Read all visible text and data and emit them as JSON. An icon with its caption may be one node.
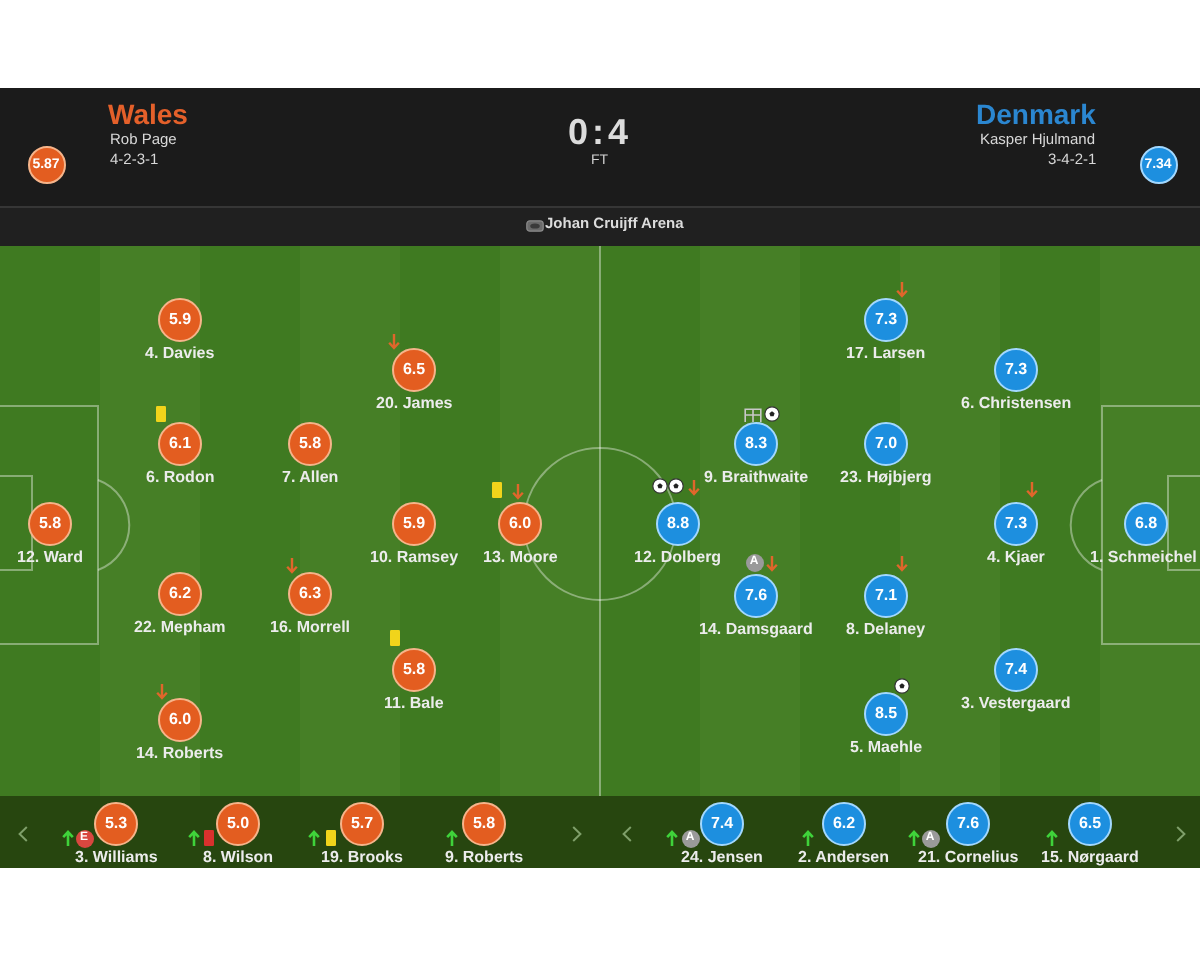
{
  "diagram": {
    "nodes": [
      {
        "text": [
          "5.87"
        ]
      },
      {
        "text": [
          "7.34"
        ]
      },
      {
        "text": [
          "5.9"
        ],
        "beside": [
          "4. Davies"
        ]
      },
      {
        "text": [
          "6.5"
        ],
        "beside": [
          "20. James"
        ]
      },
      {
        "text": [
          "6.1"
        ],
        "beside": [
          "6. Rodon"
        ]
      },
      {
        "text": [
          "5.8"
        ],
        "beside": [
          "7. Allen"
        ]
      },
      {
        "text": [
          "5.8"
        ],
        "beside": [
          "12. Ward"
        ]
      },
      {
        "text": [
          "5.9"
        ],
        "beside": [
          "10. Ramsey"
        ]
      },
      {
        "text": [
          "6.0"
        ],
        "beside": [
          "13. Moore"
        ]
      },
      {
        "text": [
          "6.2"
        ],
        "beside": [
          "22. Mepham"
        ]
      },
      {
        "text": [
          "6.3"
        ],
        "beside": [
          "16. Morrell"
        ]
      },
      {
        "text": [
          "5.8"
        ],
        "beside": [
          "11. Bale"
        ]
      },
      {
        "text": [
          "6.0"
        ],
        "beside": [
          "14. Roberts"
        ]
      },
      {
        "text": [
          "7.3"
        ],
        "beside": [
          "17. Larsen"
        ]
      },
      {
        "text": [
          "7.3"
        ],
        "beside": [
          "6. Christensen"
        ]
      },
      {
        "text": [
          "8.3"
        ],
        "beside": [
          "9. Braithwaite"
        ]
      },
      {
        "text": [
          "7.0"
        ],
        "beside": [
          "23. Højbjerg"
        ]
      },
      {
        "text": [
          "8.8"
        ],
        "beside": [
          "12. Dolberg"
        ]
      },
      {
        "text": [
          "7.3"
        ],
        "beside": [
          "4. Kjaer"
        ]
      },
      {
        "text": [
          "6.8"
        ],
        "beside": [
          "1. Schmeichel"
        ]
      },
      {
        "text": [
          "7.6"
        ],
        "beside": [
          "14. Damsgaard",
          "A"
        ]
      },
      {
        "text": [
          "7.1"
        ],
        "beside": [
          "8. Delaney"
        ]
      },
      {
        "text": [
          "7.4"
        ],
        "beside": [
          "3. Vestergaard"
        ]
      },
      {
        "text": [
          "8.5"
        ],
        "beside": [
          "5. Maehle"
        ]
      },
      {
        "text": [
          "5.3"
        ],
        "beside": [
          "3. Williams",
          "E"
        ]
      },
      {
        "text": [
          "5.0"
        ],
        "beside": [
          "8. Wilson"
        ]
      },
      {
        "text": [
          "5.7"
        ],
        "beside": [
          "19. Brooks"
        ]
      },
      {
        "text": [
          "5.8"
        ],
        "beside": [
          "9. Roberts"
        ]
      },
      {
        "text": [
          "7.4"
        ],
        "beside": [
          "24. Jensen",
          "A"
        ]
      },
      {
        "text": [
          "6.2"
        ],
        "beside": [
          "2. Andersen"
        ]
      },
      {
        "text": [
          "7.6"
        ],
        "beside": [
          "21. Cornelius",
          "A"
        ]
      },
      {
        "text": [
          "6.5"
        ],
        "beside": [
          "15. Nørgaard"
        ]
      }
    ],
    "labels": [
      "Wales",
      "Rob Page",
      "4-2-3-1",
      "0:4",
      "FT",
      "Denmark",
      "Kasper Hjulmand",
      "3-4-2-1",
      "Johan Cruijff Arena"
    ]
  }
}
